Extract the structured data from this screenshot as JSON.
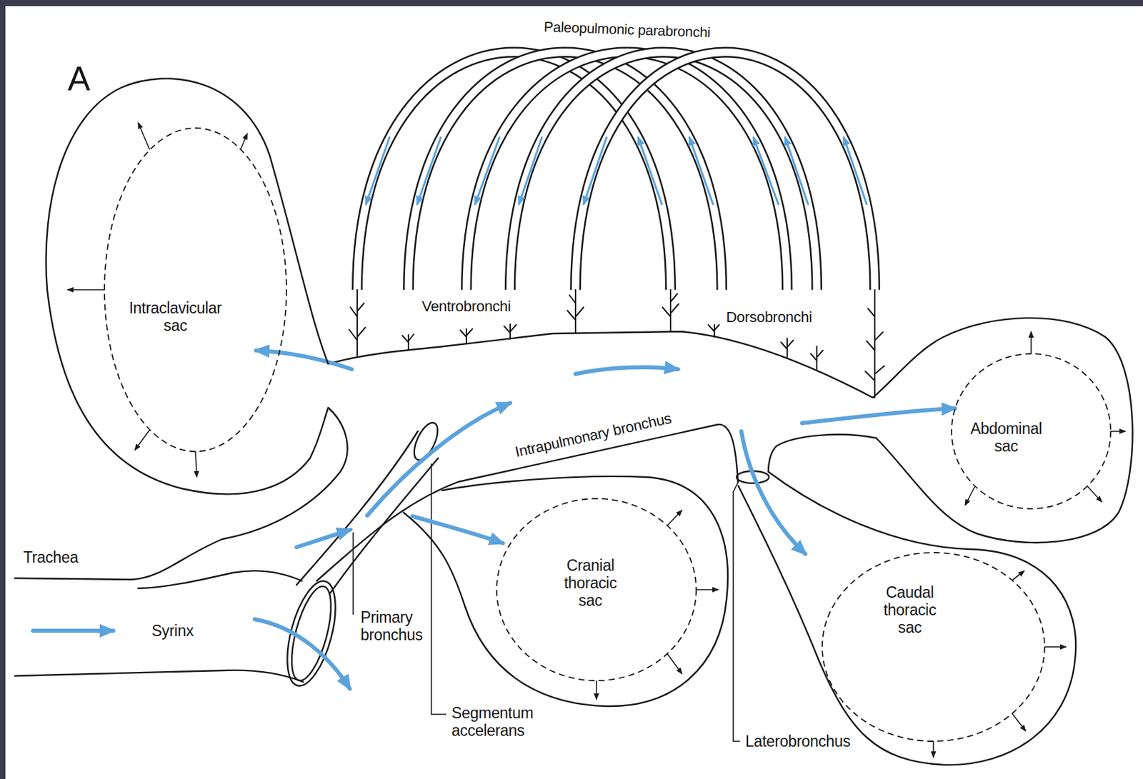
{
  "diagram": {
    "nodes": [
      {
        "text": [
          "Intraclavicular sac"
        ]
      },
      {
        "text": [
          "Abdominal sac"
        ]
      },
      {
        "text": [
          "Cranial thoracic sac"
        ]
      },
      {
        "text": [
          "Caudal thoracic sac"
        ]
      }
    ],
    "labels": [
      "A",
      "Paleopulmonic parabronchi",
      "Ventrobronchi",
      "Dorsobronchi",
      "Intrapulmonary bronchus",
      "Trachea",
      "Syrinx",
      "Primary bronchus",
      "Segmentum accelerans",
      "Laterobronchus"
    ]
  }
}
